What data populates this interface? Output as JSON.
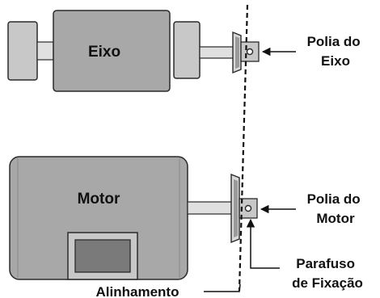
{
  "shaft": {
    "label": "Eixo"
  },
  "motor": {
    "label": "Motor"
  },
  "callouts": {
    "shaft_pulley_line1": "Polia do",
    "shaft_pulley_line2": "Eixo",
    "motor_pulley_line1": "Polia do",
    "motor_pulley_line2": "Motor",
    "set_screw_line1": "Parafuso",
    "set_screw_line2": "de Fixação",
    "alignment": "Alinhamento"
  },
  "colors": {
    "body_fill": "#a8a8a8",
    "cap_fill": "#c8c8c8",
    "shaft_fill": "#e0e0e0",
    "base_fill": "#7a7a7a",
    "outline": "#2a2a2a",
    "text": "#111111"
  }
}
